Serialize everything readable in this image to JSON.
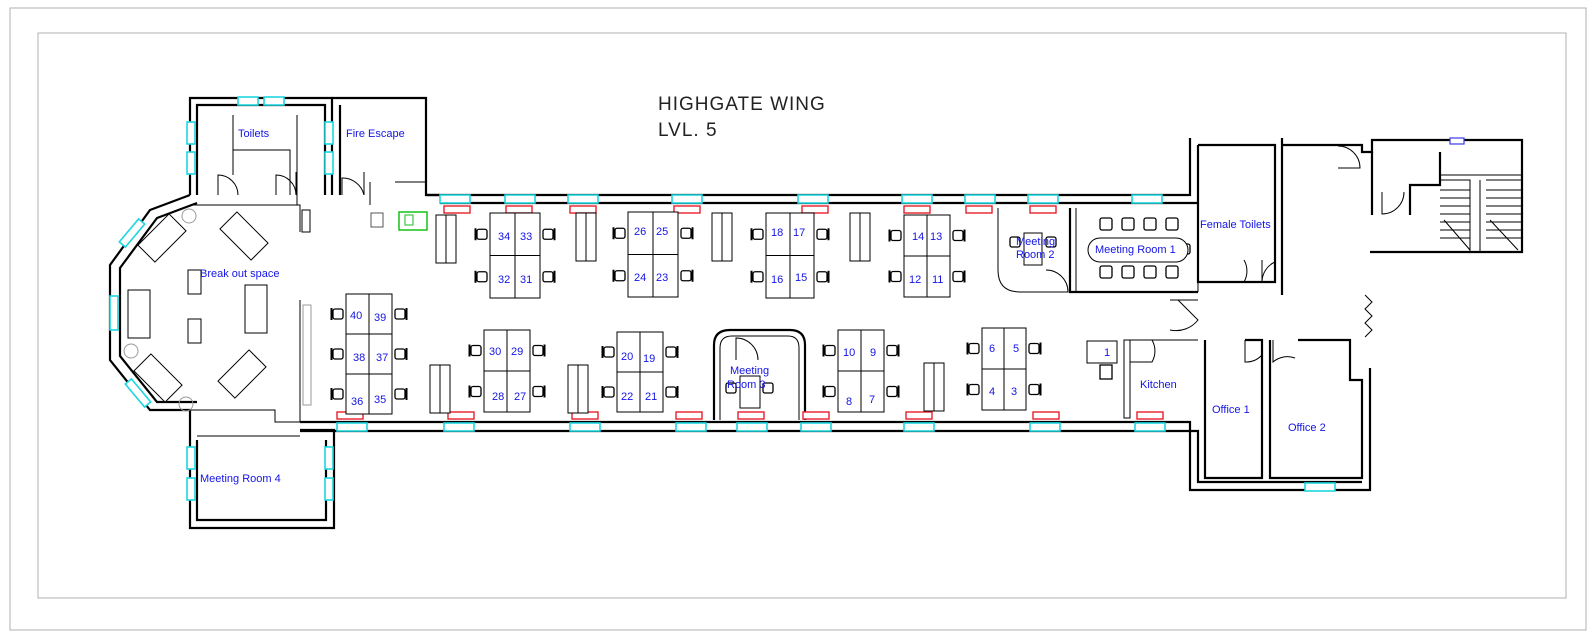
{
  "title": {
    "line1": "HIGHGATE WING",
    "line2": "LVL. 5"
  },
  "colors": {
    "room_label": "#1414e6",
    "window": "#1fd6e0",
    "marker": "#e8202a",
    "printer": "#16c216",
    "wall": "#000000"
  },
  "rooms": {
    "toilets": "Toilets",
    "fire_escape": "Fire Escape",
    "break_out": "Break out space",
    "meeting_room_4": "Meeting Room 4",
    "meeting_room_2_a": "Meeting",
    "meeting_room_2_b": "Room 2",
    "meeting_room_1": "Meeting Room 1",
    "meeting_room_3_a": "Meeting",
    "meeting_room_3_b": "Room 3",
    "female_toilets": "Female Toilets",
    "kitchen": "Kitchen",
    "office_1": "Office 1",
    "office_2": "Office 2",
    "kitchen_desk": "1"
  },
  "desks": {
    "d1": "1",
    "d3": "3",
    "d4": "4",
    "d5": "5",
    "d6": "6",
    "d7": "7",
    "d8": "8",
    "d9": "9",
    "d10": "10",
    "d11": "11",
    "d12": "12",
    "d13": "13",
    "d14": "14",
    "d15": "15",
    "d16": "16",
    "d17": "17",
    "d18": "18",
    "d19": "19",
    "d20": "20",
    "d21": "21",
    "d22": "22",
    "d23": "23",
    "d24": "24",
    "d25": "25",
    "d26": "26",
    "d27": "27",
    "d28": "28",
    "d29": "29",
    "d30": "30",
    "d31": "31",
    "d32": "32",
    "d33": "33",
    "d34": "34",
    "d35": "35",
    "d36": "36",
    "d37": "37",
    "d38": "38",
    "d39": "39",
    "d40": "40"
  }
}
